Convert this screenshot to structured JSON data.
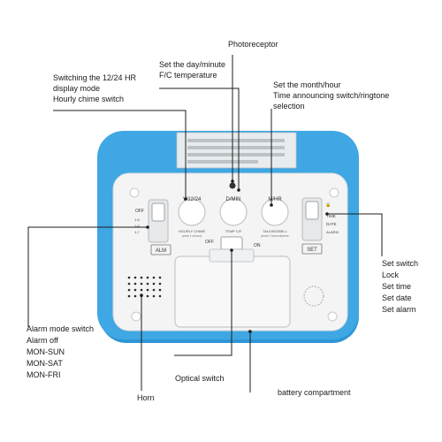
{
  "callouts": {
    "photoreceptor": "Photoreceptor",
    "day_minute": [
      "Set the day/minute",
      "F/C temperature"
    ],
    "switching": [
      "Switching the 12/24 HR",
      "display mode",
      "Hourly chime switch"
    ],
    "month_hour": [
      "Set the month/hour",
      "Time announcing switch/ringtone",
      "selection"
    ],
    "set_switch": [
      "Set switch",
      "Lock",
      "Set time",
      "Set date",
      "Set alarm"
    ],
    "alarm_mode": [
      "Alarm mode switch",
      "Alarm  off",
      "MON-SUN",
      "MON-SAT",
      "MON-FRI"
    ],
    "horn": "Horn",
    "optical_switch": "Optical switch",
    "battery": "battery compartment"
  },
  "device": {
    "body_color": "#3fa7e3",
    "panel_color": "#f4f4f4",
    "btn_left": "Y/12/24",
    "btn_mid": "D/MIN",
    "btn_right": "M/HR",
    "sub_left": "HOURLY CHIME",
    "sub_left2": "press 1 second",
    "sub_mid": "TEMP C/F",
    "sub_right": "TALKING/BELL",
    "sub_right2": "press 1 second/press",
    "off_top": "OFF",
    "alm_label": "ALM",
    "set_label": "SET",
    "opt_off": "OFF",
    "opt_on": "ON",
    "lock_glyph": "🔒",
    "set_time": "TIME",
    "set_date": "DATE",
    "set_alarm": "ALARM",
    "alm_opts": [
      "1-5",
      "1-6",
      "1-7"
    ]
  }
}
